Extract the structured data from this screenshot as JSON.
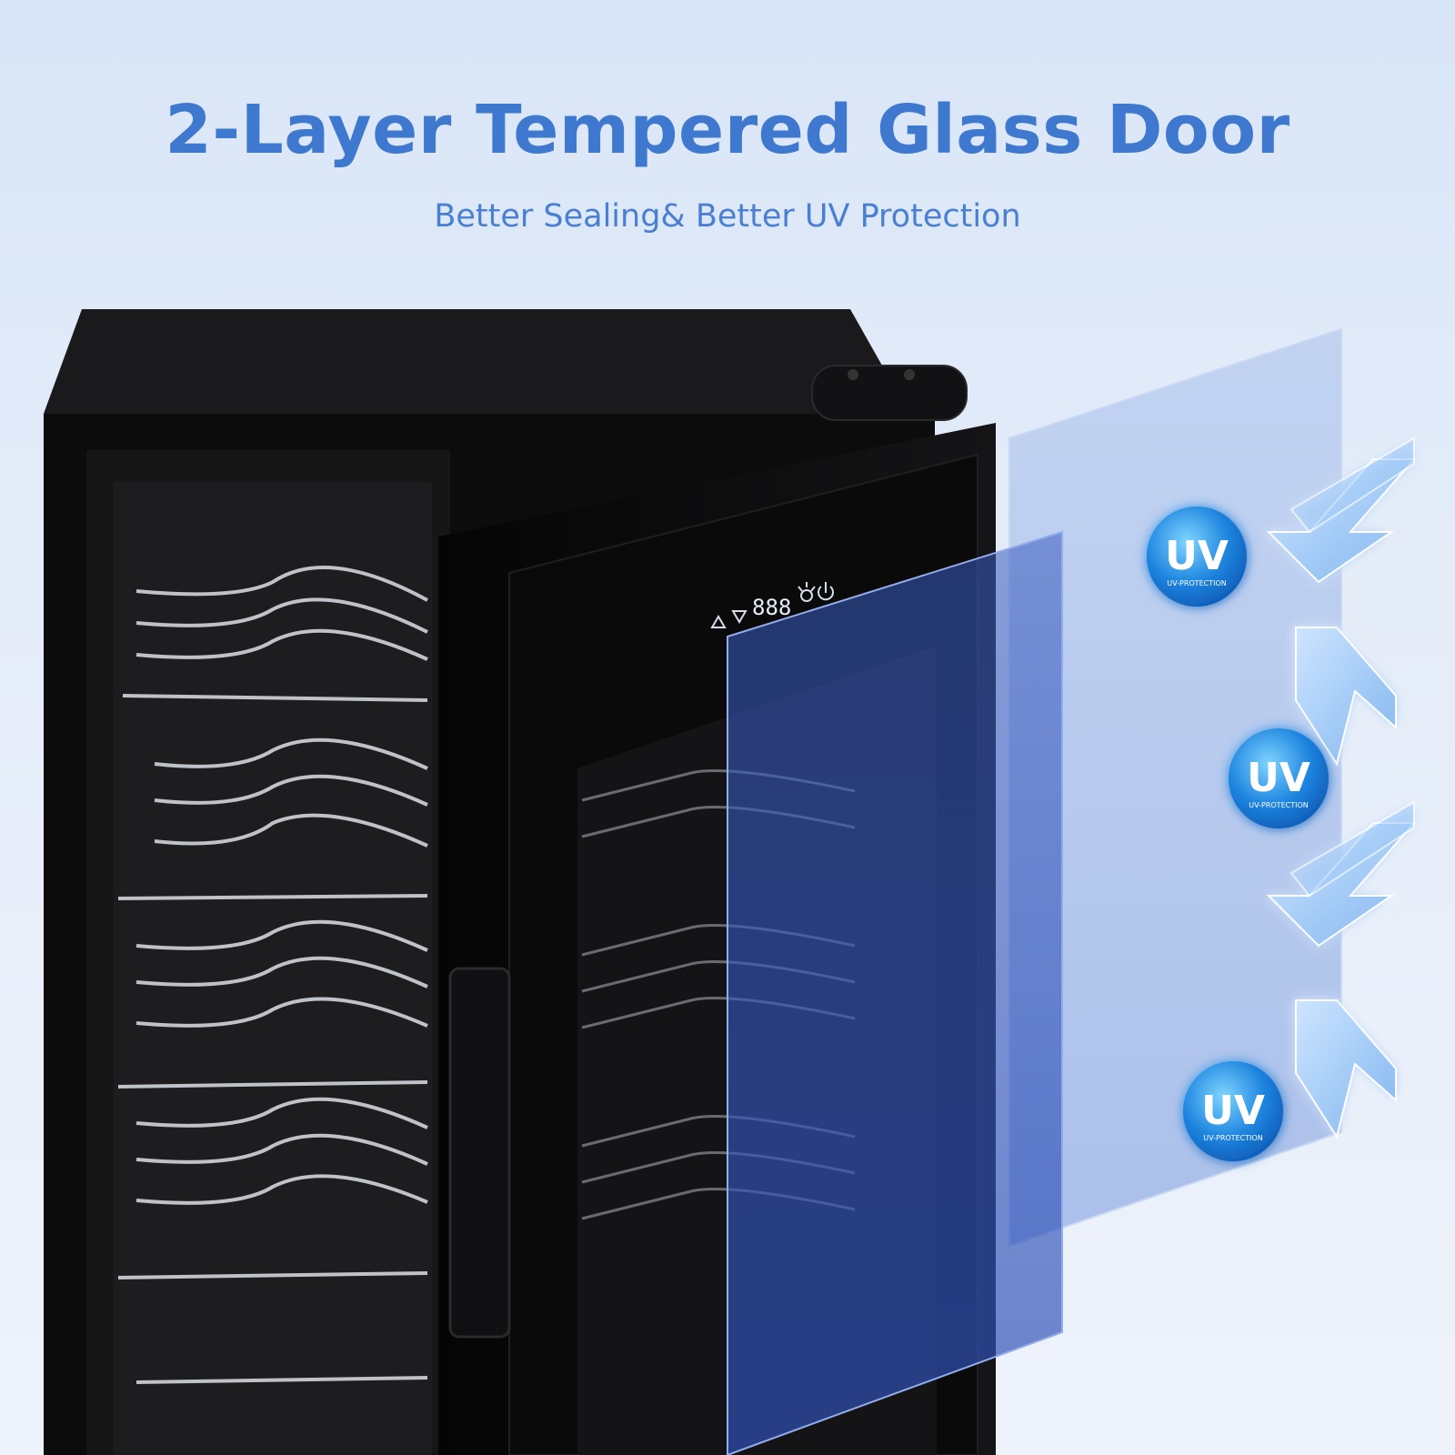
{
  "header": {
    "title": "2-Layer Tempered Glass Door",
    "subtitle": "Better Sealing& Better UV Protection"
  },
  "badges": [
    {
      "label": "UV",
      "caption": "UV-PROTECTION"
    },
    {
      "label": "UV",
      "caption": "UV-PROTECTION"
    },
    {
      "label": "UV",
      "caption": "UV-PROTECTION"
    }
  ],
  "control_panel": {
    "display": "888"
  },
  "colors": {
    "title": "#3f78cf",
    "background": "#e4ecf8",
    "fridge_body": "#0b0b0c",
    "glass_front": "#2e4fb0",
    "glass_back": "#9bb5e6",
    "uv_badge": "#1f86db"
  },
  "icons": [
    "up-arrow-icon",
    "down-arrow-icon",
    "light-icon",
    "power-icon",
    "chevron-arrow-icon"
  ]
}
